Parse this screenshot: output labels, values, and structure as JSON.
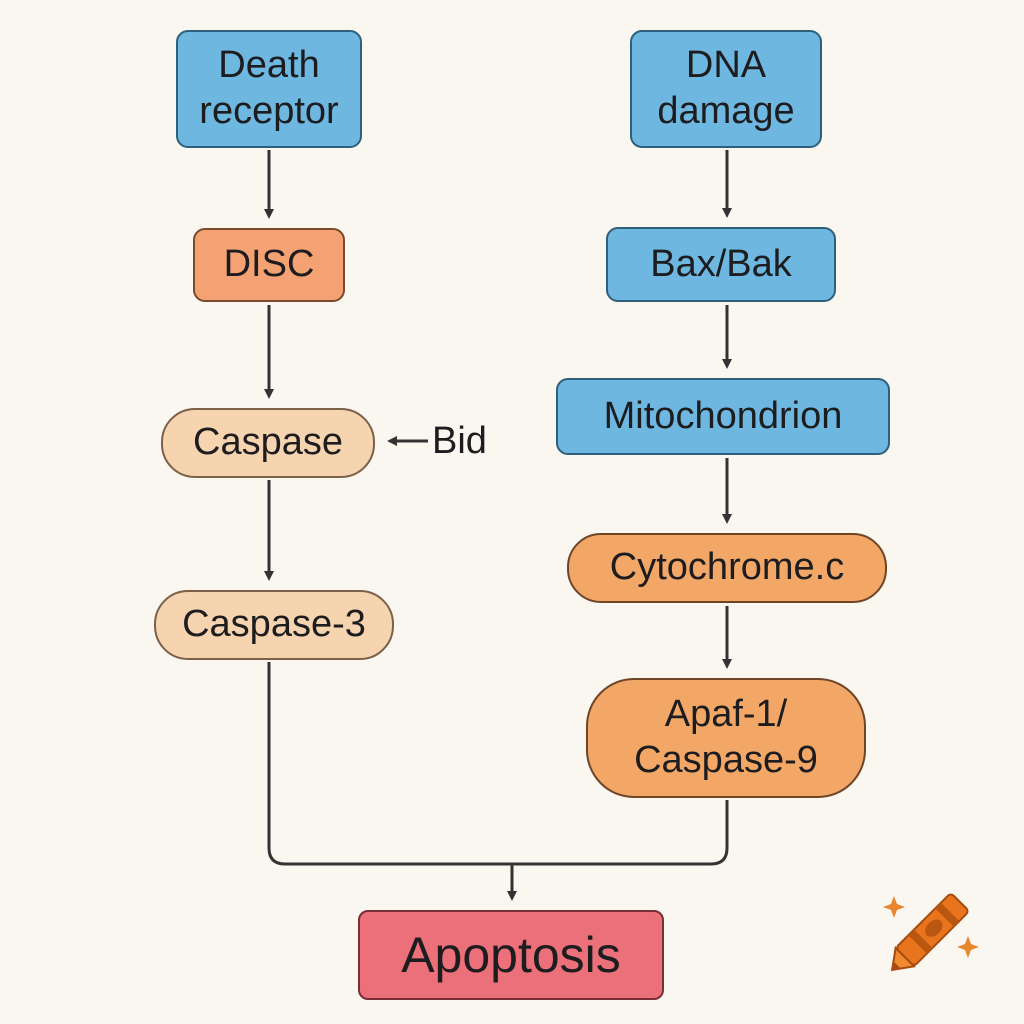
{
  "diagram": {
    "left_pathway": {
      "death_receptor": "Death\nreceptor",
      "disc": "DISC",
      "caspase": "Caspase",
      "caspase3": "Caspase-3"
    },
    "right_pathway": {
      "dna_damage": "DNA\ndamage",
      "bax_bak": "Bax/Bak",
      "mitochondrion": "Mitochondrion",
      "cytochrome_c": "Cytochrome.c",
      "apaf_caspase9": "Apaf-1/\nCaspase-9"
    },
    "bid": "Bid",
    "outcome": "Apoptosis"
  },
  "colors": {
    "receptor_blue": "#6eb7e0",
    "complex_orange": "#f4a273",
    "caspase_peach": "#f6d4b0",
    "cyto_amber": "#f2a767",
    "outcome_pink": "#ec707a",
    "background": "#faf7f0",
    "arrow": "#333333"
  },
  "icons": {
    "watermark": "crayon-icon"
  }
}
